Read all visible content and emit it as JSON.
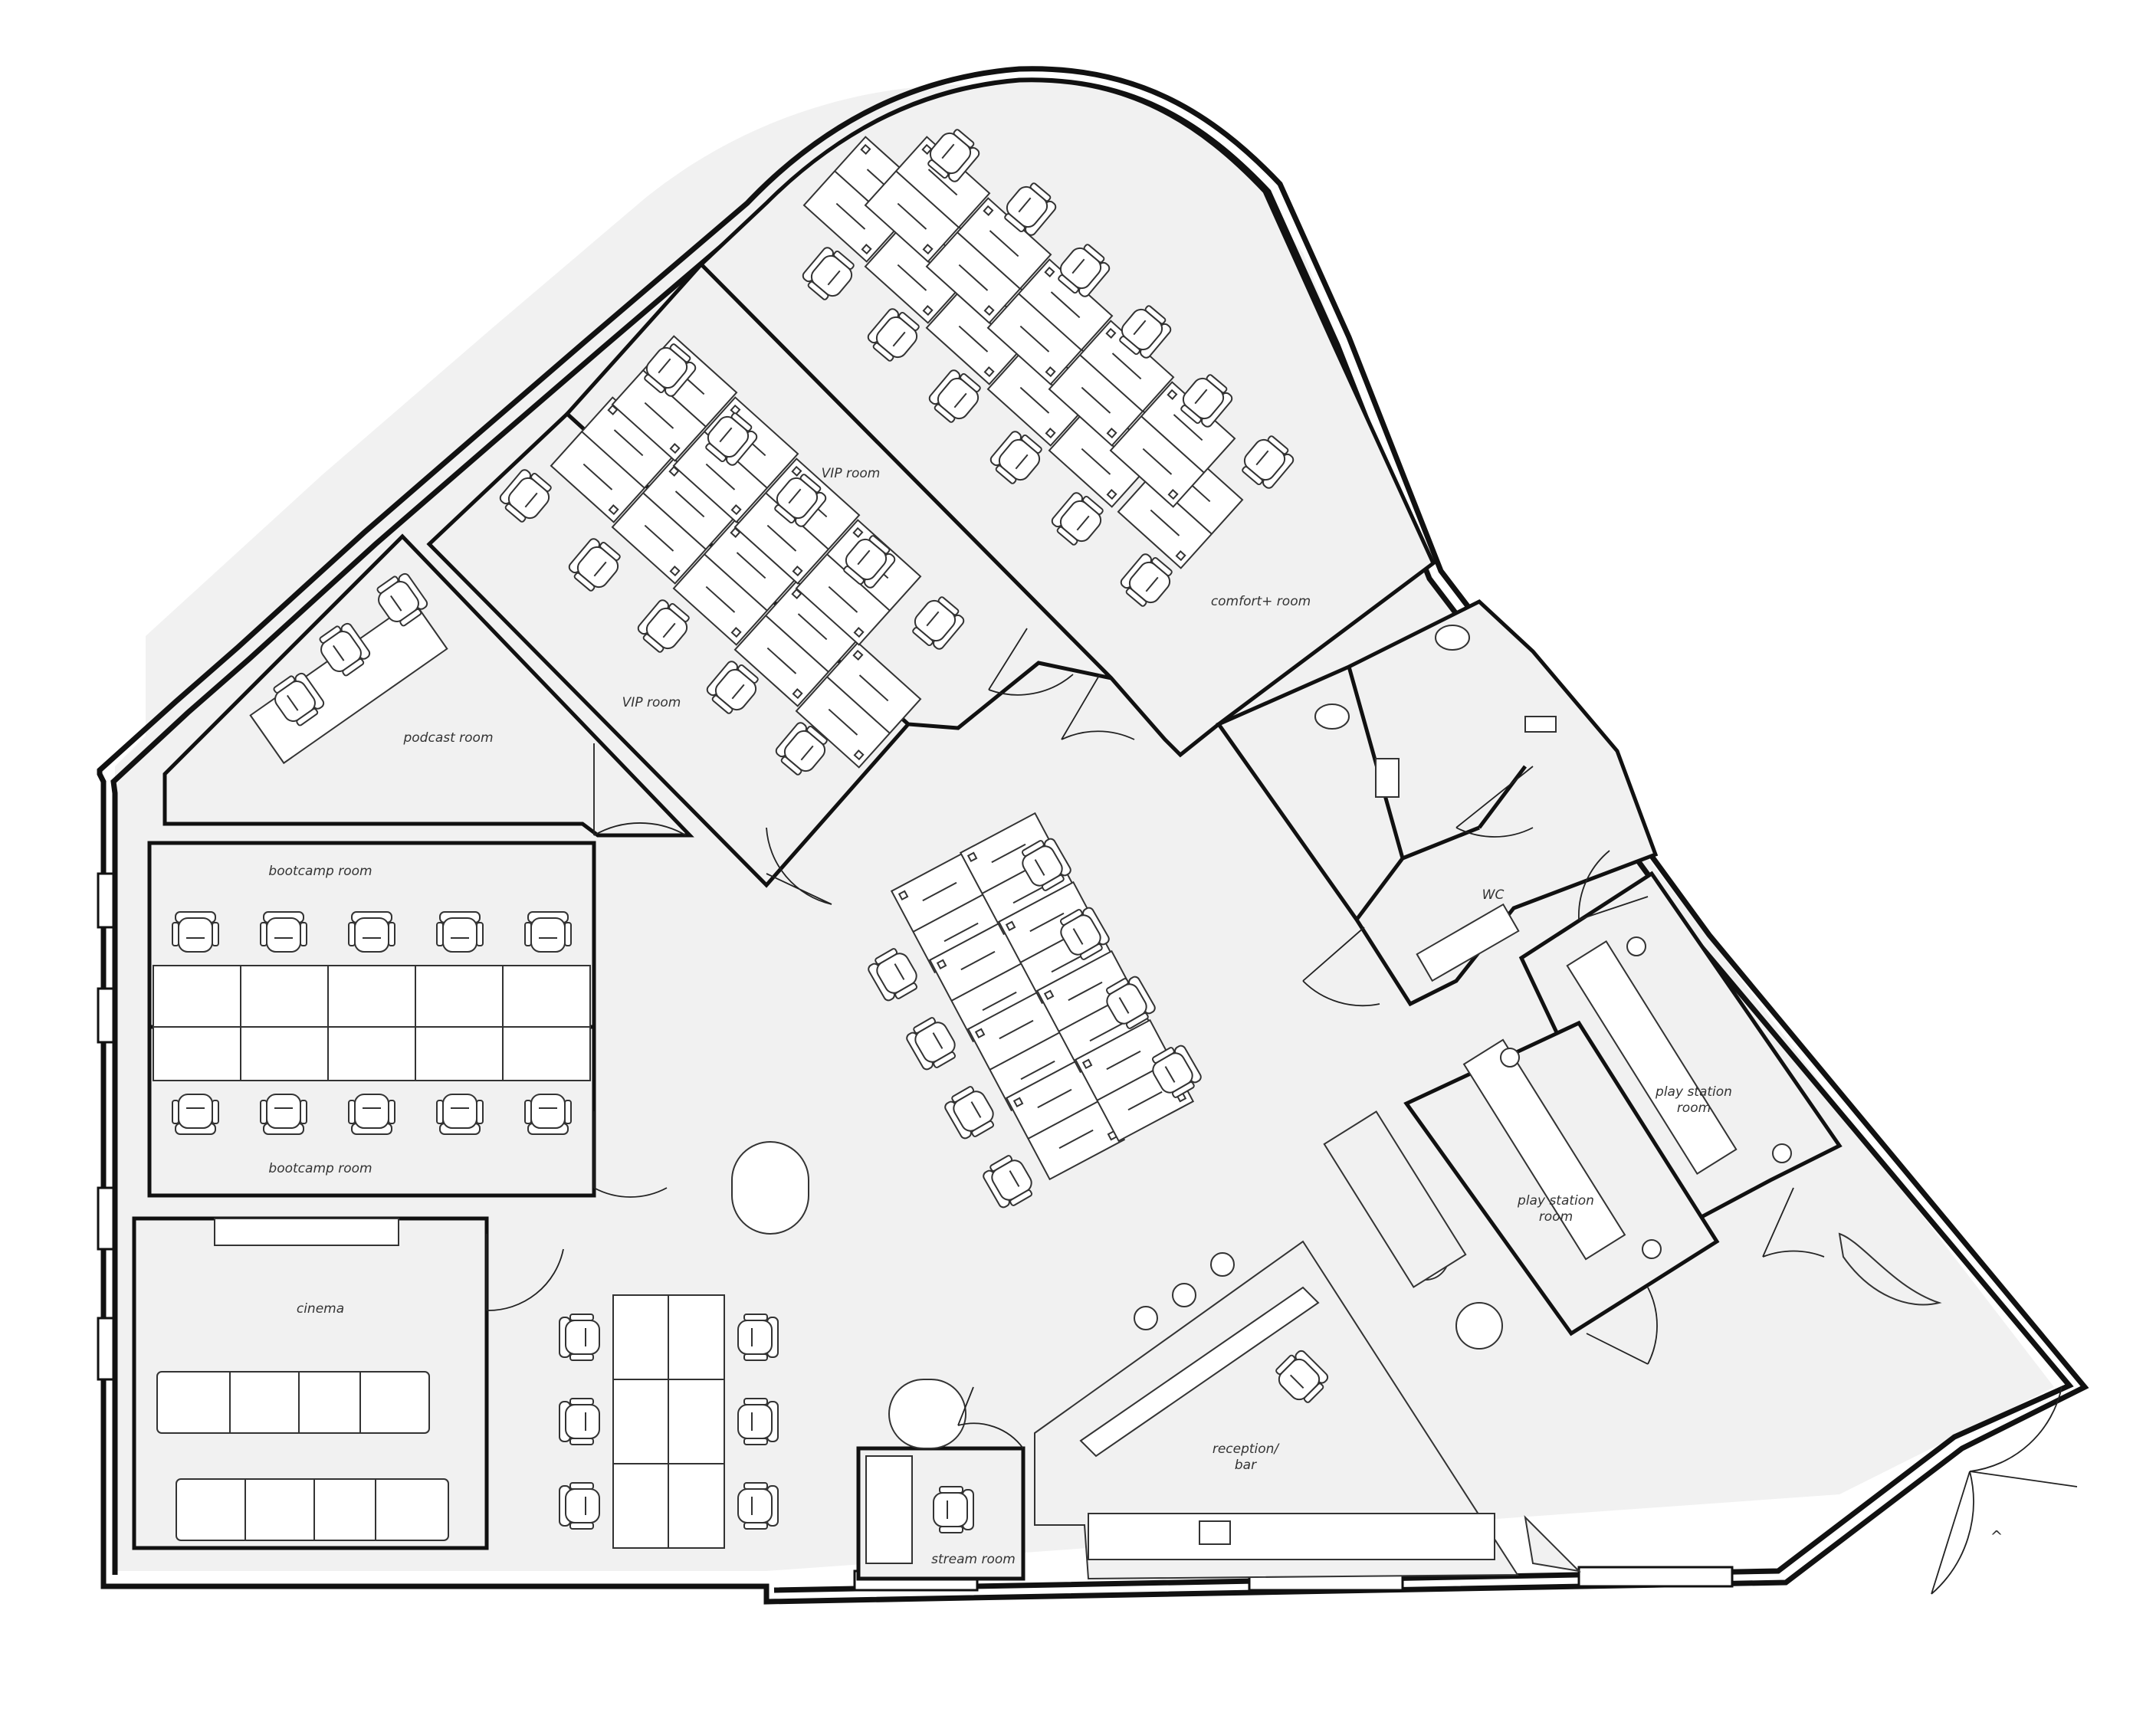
{
  "rooms": {
    "podcast": "podcast room",
    "vip_lower": "VIP room",
    "vip_upper": "VIP room",
    "comfort": "comfort+ room",
    "wc": "WC",
    "bootcamp_top": "bootcamp room",
    "bootcamp_bottom": "bootcamp room",
    "cinema": "cinema",
    "play_station_right_1": "play station",
    "play_station_right_2": "room",
    "play_station_left_1": "play station",
    "play_station_left_2": "room",
    "reception_1": "reception/",
    "reception_2": "bar",
    "stream": "stream room"
  },
  "entrance_marker": "^"
}
